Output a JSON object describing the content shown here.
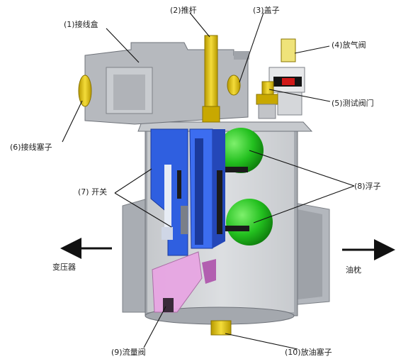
{
  "labels": {
    "terminal_box": "(1)接线盒",
    "push_rod": "(2)推杆",
    "cap": "(3)盖子",
    "vent_valve": "(4)放气阀",
    "test_valve": "(5)测试阀门",
    "terminal_plug": "(6)接线塞子",
    "switch": "(7) 开关",
    "float": "(8)浮子",
    "flow_valve": "(9)流量阀",
    "drain_plug": "(10)放油塞子"
  },
  "flow": {
    "left": "变压器",
    "right": "油枕"
  },
  "colors": {
    "body": "#b9bcc2",
    "body_dark": "#8e9298",
    "switch_blue": "#2a55d6",
    "float_green": "#21c21f",
    "brass": "#e8c400",
    "flow_valve_pink": "#e7a3e0",
    "plug_yellow": "#d9c400"
  }
}
